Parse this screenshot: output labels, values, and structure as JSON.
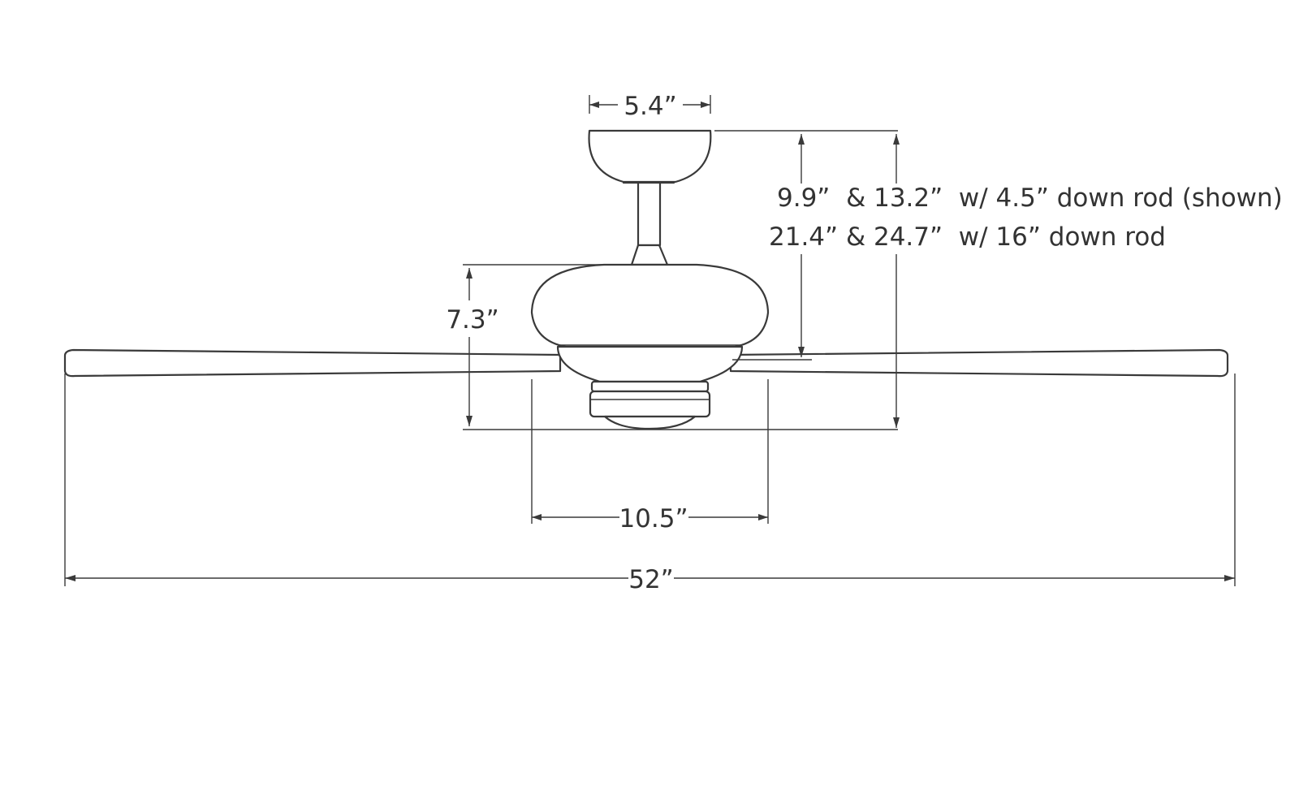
{
  "dimensions": {
    "canopy_width": "5.4”",
    "overall_height_line1": "9.9”  & 13.2”  w/ 4.5” down rod (shown)",
    "overall_height_line2": "21.4” & 24.7”  w/ 16” down rod",
    "motor_height": "7.3”",
    "light_kit_width": "10.5”",
    "blade_span": "52”"
  },
  "colors": {
    "line": "#3a3a3a",
    "text": "#333333",
    "background": "#ffffff"
  }
}
